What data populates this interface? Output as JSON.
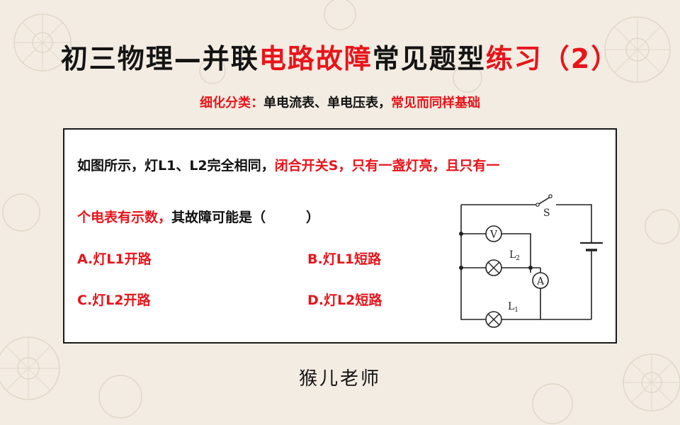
{
  "title": {
    "part1": "初三物理—并联",
    "part2": "电路故障",
    "part3": "常见题型",
    "part4": "练习",
    "part5": "（2）"
  },
  "subtitle": {
    "part1": "细化分类：",
    "part2": "单电流表、单电压表，",
    "part3": "常见而同样基础"
  },
  "question": {
    "line1_black": "如图所示，灯L1、L2完全相同，",
    "line1_red": "闭合开关S，只有一盏灯亮，且只有一",
    "line2_red": "个电表有示数，",
    "line2_black": "其故障可能是（　　　）"
  },
  "options": {
    "a": "A.灯L1开路",
    "b": "B.灯L1短路",
    "c": "C.灯L2开路",
    "d": "D.灯L2短路"
  },
  "circuit": {
    "switch_label": "S",
    "voltmeter_label": "V",
    "ammeter_label": "A",
    "lamp2_letter": "L",
    "lamp2_sub": "2",
    "lamp1_letter": "L",
    "lamp1_sub": "1"
  },
  "author": "猴儿老师",
  "colors": {
    "accent_red": "#e8141b",
    "background": "#f3ece2"
  }
}
